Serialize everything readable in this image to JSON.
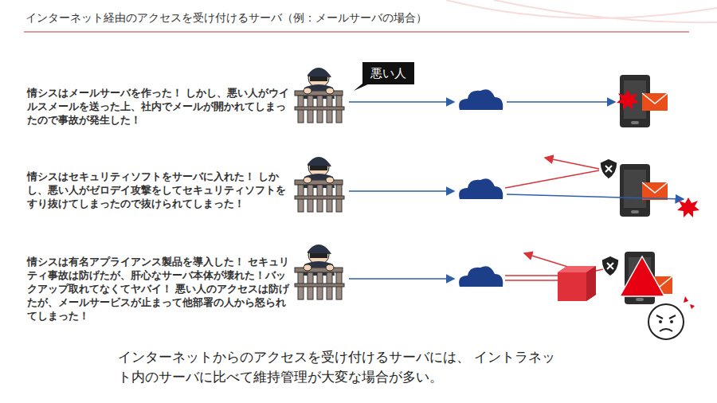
{
  "diagram": {
    "title": "インターネット経由のアクセスを受け付けるサーバ（例：メールサーバの場合）",
    "caption": "インターネットからのアクセスを受け付けるサーバには、 イントラネット内のサーバに比べて維持管理が大変な場合が多い。",
    "nodes": [
      {
        "text": [
          "悪い人"
        ]
      }
    ],
    "labels": [
      "情シスはメールサーバを作った！ しかし、悪い人がウイルスメールを送った上、社内でメールが開かれてしまったので事故が発生した！",
      "情シスはセキュリティソフトをサーバに入れた！ しかし、悪い人がゼロデイ攻撃をしてセキュリティソフトをすり抜けてしまったので抜けられてしまった！",
      "情シスは有名アプライアンス製品を導入した！ セキュリティ事故は防げたが、肝心なサーバ本体が壊れた！バックアップ取れてなくてヤバイ！ 悪い人のアクセスは防げたが、メールサービスが止まって他部署の人から怒られてしまった！"
    ]
  }
}
